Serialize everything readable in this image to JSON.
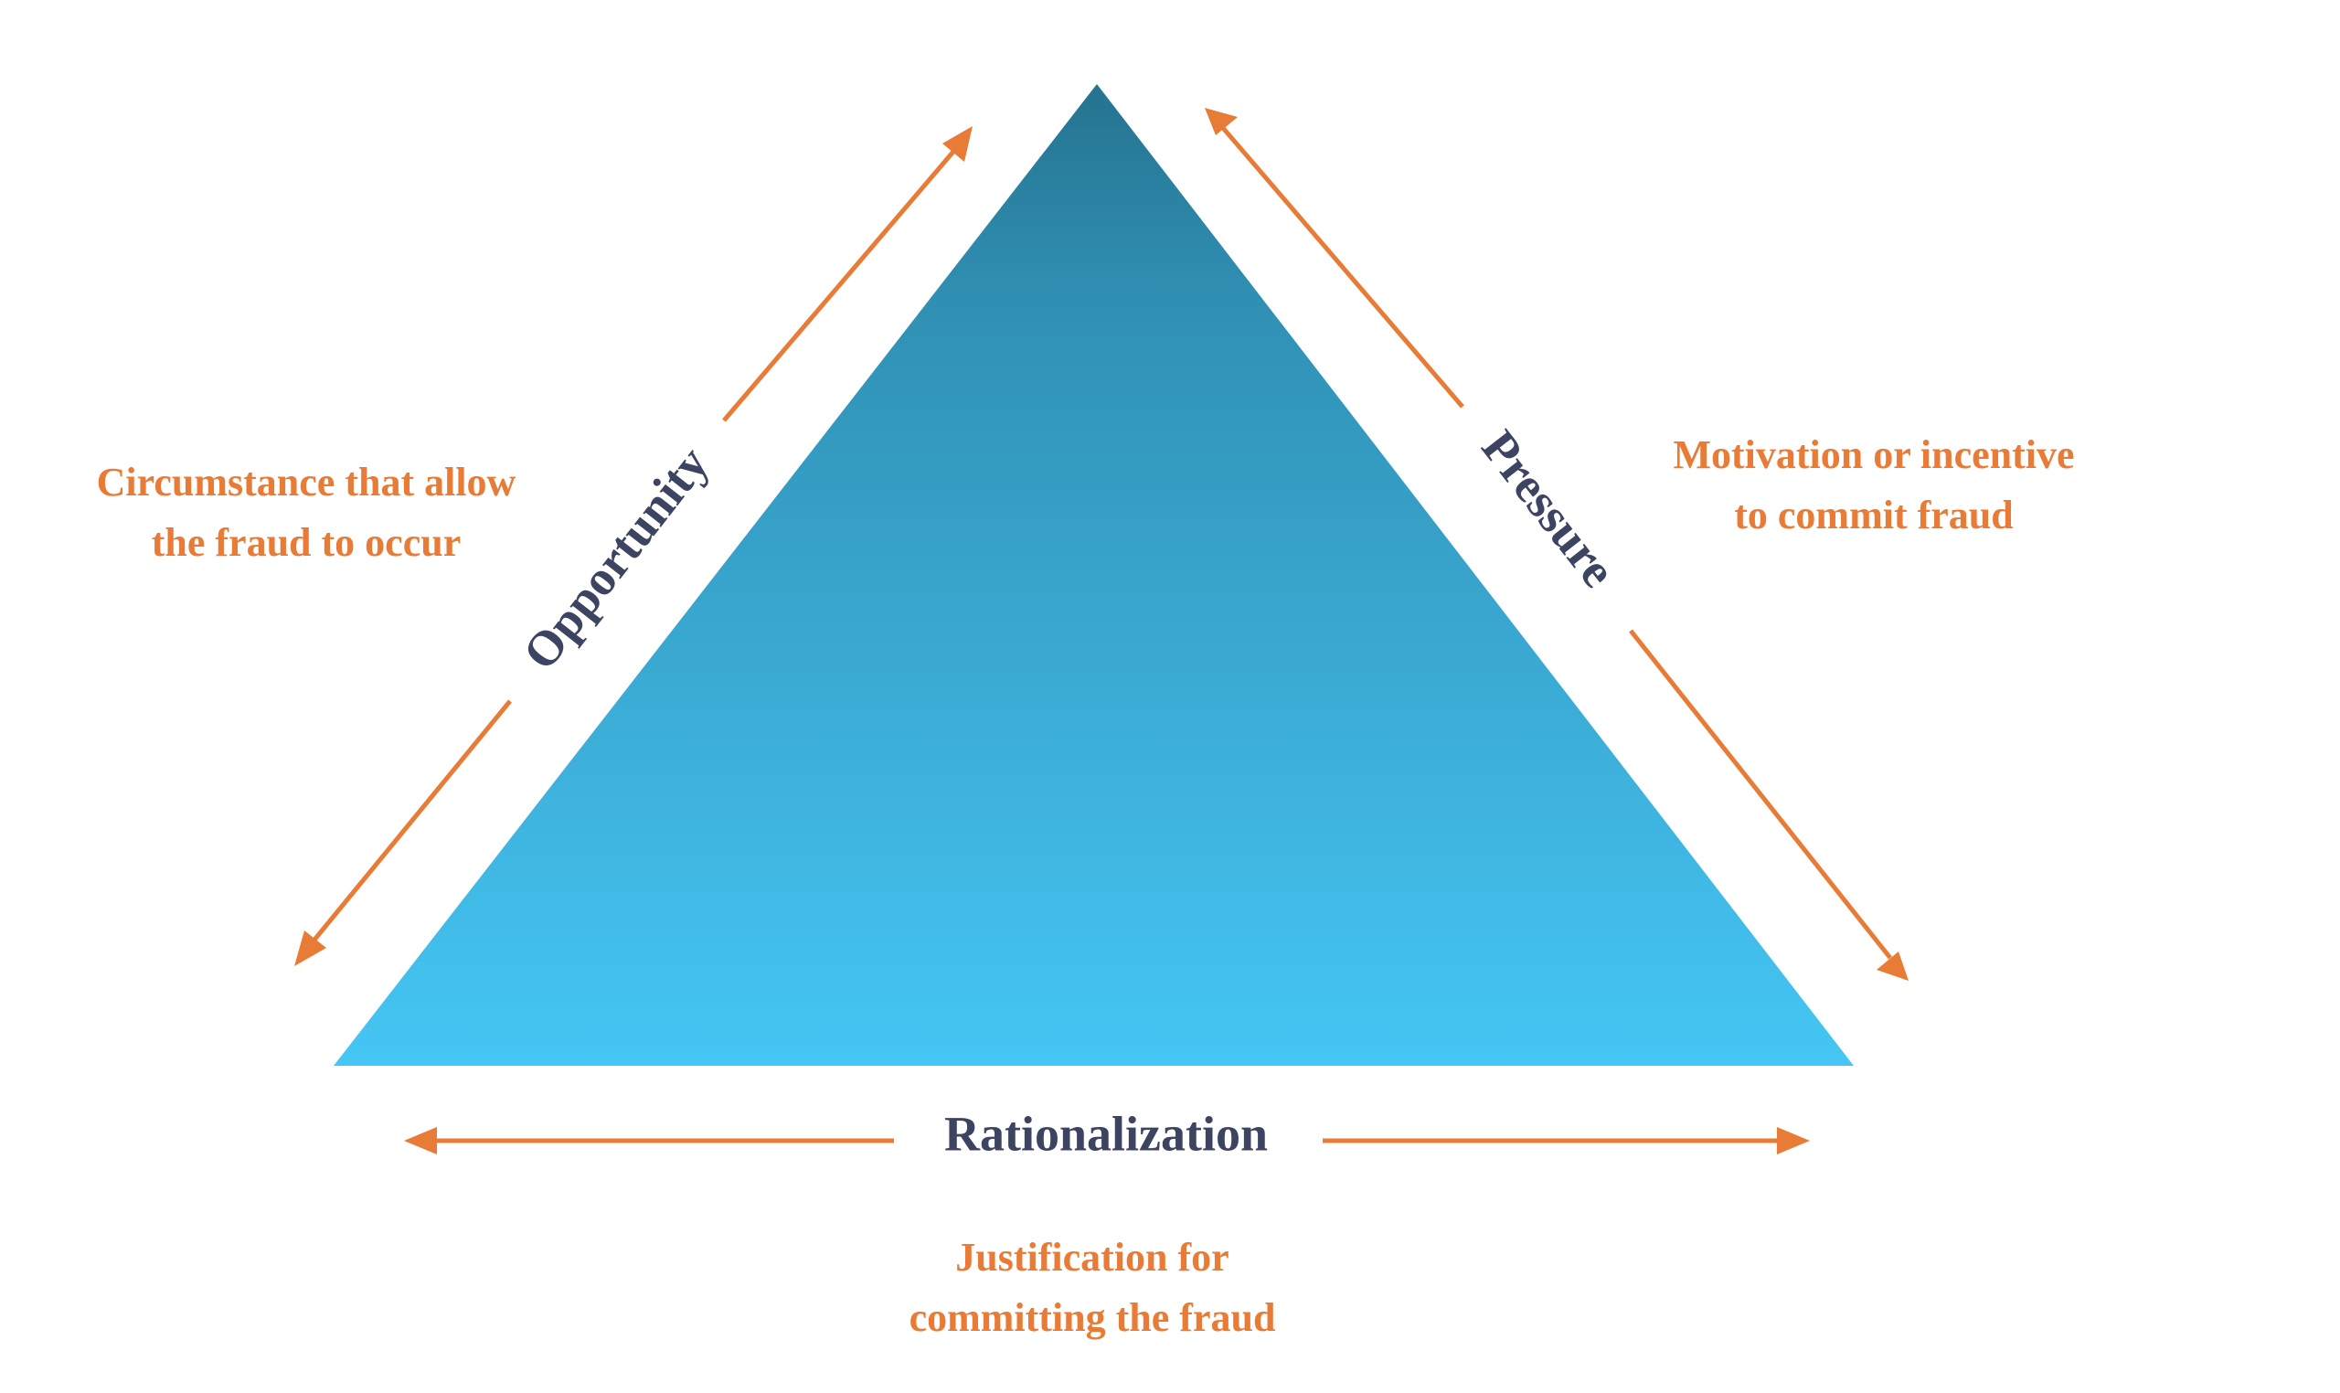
{
  "colors": {
    "triangle_top": "#25738f",
    "triangle_bottom": "#45c6f4",
    "arrow": "#e87b36",
    "label": "#3c4462",
    "description": "#e87b36"
  },
  "diagram": {
    "opportunity": {
      "label": "Opportunity",
      "description_line1": "Circumstance that allow",
      "description_line2": "the fraud to occur"
    },
    "pressure": {
      "label": "Pressure",
      "description_line1": "Motivation or incentive",
      "description_line2": "to commit fraud"
    },
    "rationalization": {
      "label": "Rationalization",
      "description_line1": "Justification for",
      "description_line2": "committing the fraud"
    }
  }
}
